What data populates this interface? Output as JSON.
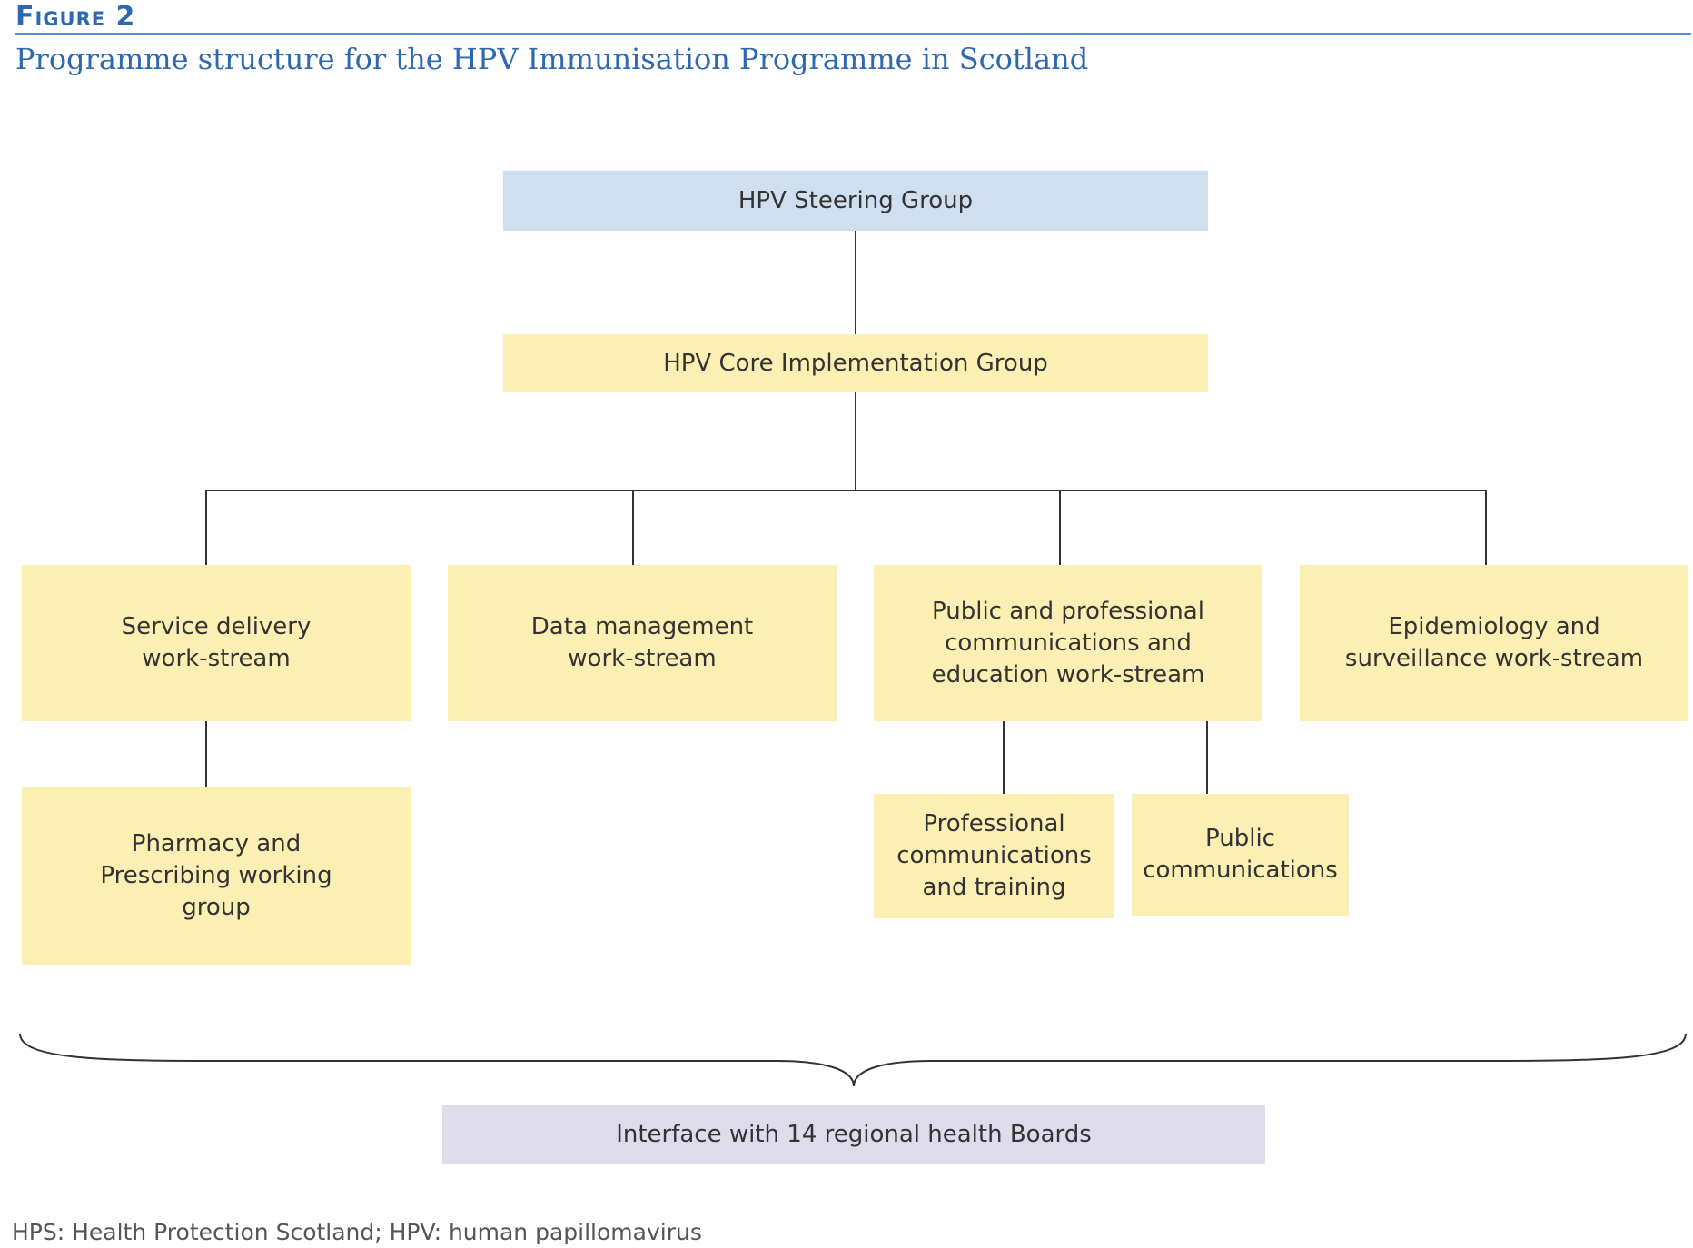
{
  "figure": {
    "label": "Figure 2",
    "title": "Programme structure for the HPV Immunisation Programme in Scotland"
  },
  "nodes": {
    "steering": "HPV Steering Group",
    "core": "HPV Core Implementation Group",
    "service_delivery": "Service delivery\nwork-stream",
    "data_management": "Data management\nwork-stream",
    "public_professional": "Public  and professional\ncommunications and\neducation work-stream",
    "epidemiology": "Epidemiology and\nsurveillance work-stream",
    "pharmacy": "Pharmacy and\nPrescribing  working\ngroup",
    "professional_comms": "Professional\ncommunications\nand training",
    "public_comms": "Public\ncommunications",
    "interface": "Interface with 14 regional health Boards"
  },
  "colors": {
    "title_blue": "#2e69b0",
    "steering_fill": "#cfdff0",
    "workstream_fill": "#fbefb4",
    "interface_fill": "#dedbea",
    "connector": "#333333"
  },
  "footnote": "HPS: Health Protection Scotland; HPV: human papillomavirus"
}
